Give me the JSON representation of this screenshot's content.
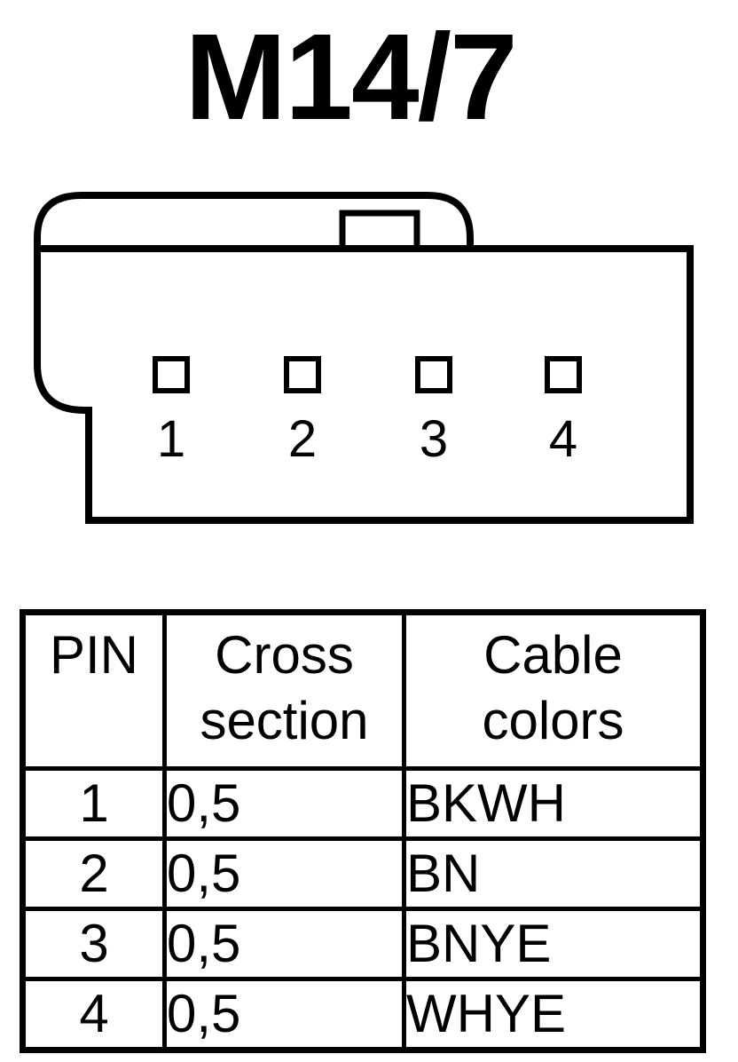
{
  "title": "M14/7",
  "connector": {
    "pins": [
      "1",
      "2",
      "3",
      "4"
    ]
  },
  "table": {
    "headers": {
      "pin": "PIN",
      "cross_section": [
        "Cross",
        "section"
      ],
      "cable_colors": [
        "Cable",
        "colors"
      ]
    },
    "rows": [
      {
        "pin": "1",
        "cross_section": "0,5",
        "color": "BKWH"
      },
      {
        "pin": "2",
        "cross_section": "0,5",
        "color": "BN"
      },
      {
        "pin": "3",
        "cross_section": "0,5",
        "color": "BNYE"
      },
      {
        "pin": "4",
        "cross_section": "0,5",
        "color": "WHYE"
      }
    ]
  }
}
